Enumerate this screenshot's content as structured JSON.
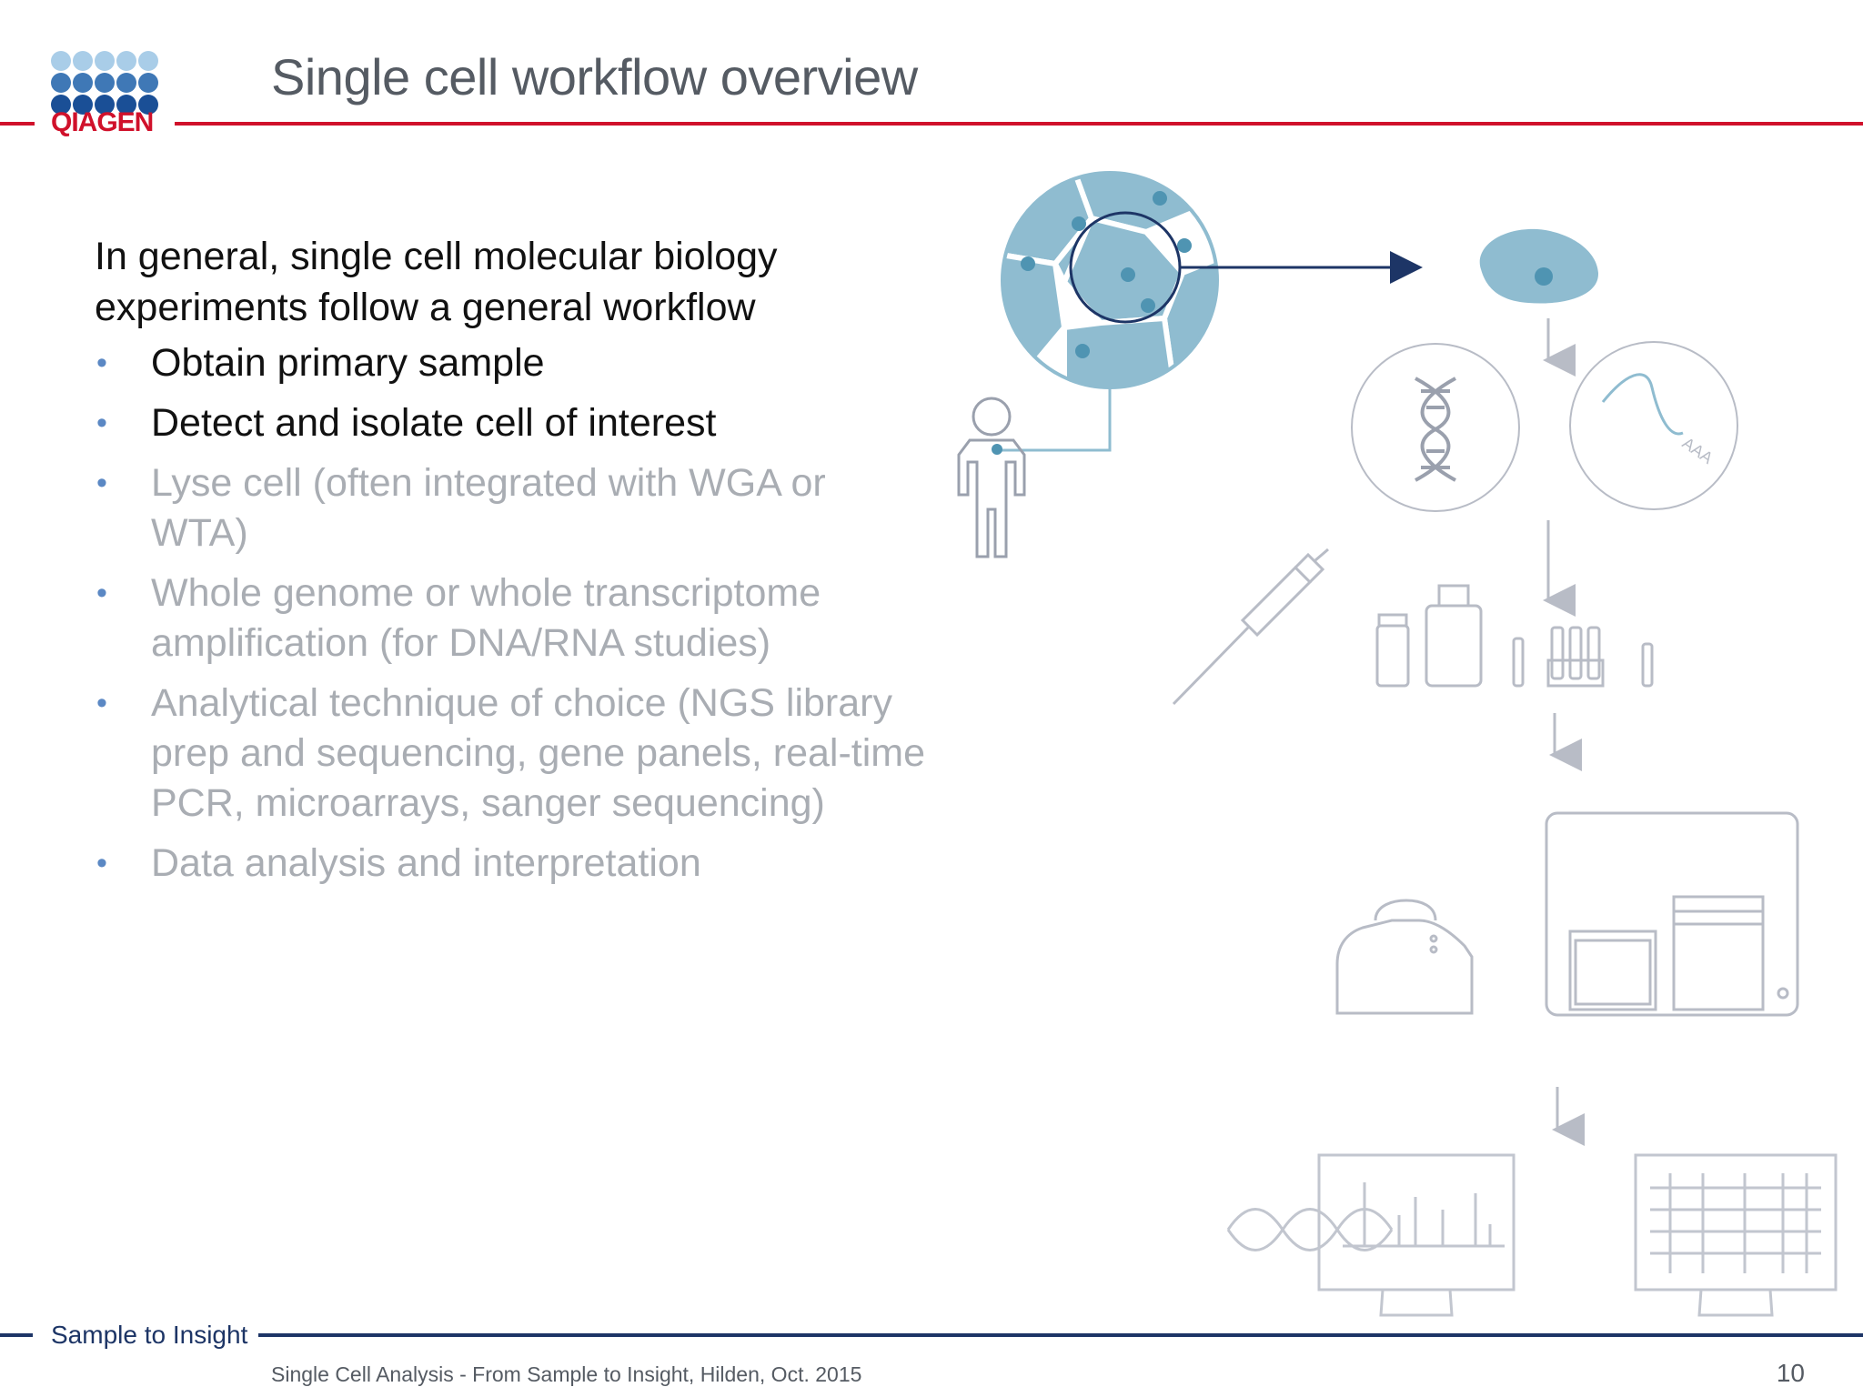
{
  "slide": {
    "title": "Single cell workflow overview",
    "logo_text": "QIAGEN",
    "intro_line1": "In general, single cell molecular biology",
    "intro_line2": "experiments follow a general workflow",
    "bullets": [
      {
        "text": "Obtain primary sample",
        "state": "active"
      },
      {
        "text": "Detect and isolate cell of interest",
        "state": "active"
      },
      {
        "text": "Lyse cell (often integrated with WGA or WTA)",
        "state": "faded"
      },
      {
        "text": "Whole genome or whole transcriptome amplification (for DNA/RNA studies)",
        "state": "faded"
      },
      {
        "text": "Analytical technique of choice (NGS library prep and sequencing, gene panels, real-time PCR, microarrays, sanger sequencing)",
        "state": "faded"
      },
      {
        "text": "Data analysis and interpretation",
        "state": "faded"
      }
    ],
    "bullet_symbol": "•",
    "tagline": "Sample to Insight",
    "footer": "Single Cell Analysis - From Sample to Insight, Hilden, Oct. 2015",
    "page_number": "10",
    "mrna_label": "AAA"
  },
  "colors": {
    "brand_red": "#d0112b",
    "brand_navy": "#1d3566",
    "bullet_blue": "#5b88c4",
    "cell_blue": "#8fbcd0",
    "faded_gray": "#c2c6cf"
  },
  "icons": [
    "tissue-magnifier-icon",
    "person-icon",
    "single-cell-icon",
    "dna-icon",
    "mrna-icon",
    "pipette-icon",
    "reagent-bottles-icon",
    "tubes-icon",
    "thermal-cycler-icon",
    "sequencer-icon",
    "sequencing-monitor-icon",
    "microarray-monitor-icon",
    "arrow-down-icon"
  ]
}
